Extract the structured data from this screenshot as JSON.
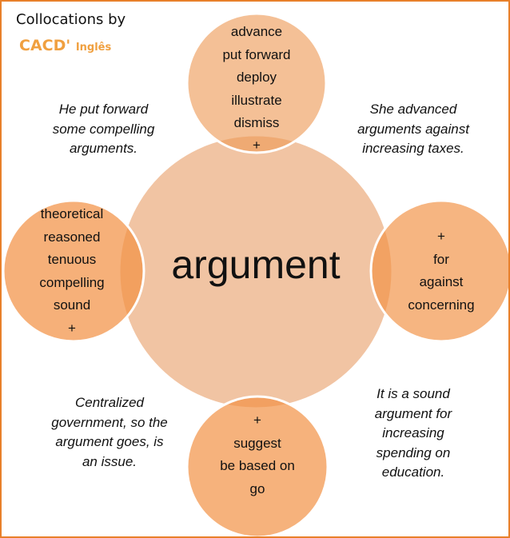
{
  "header": {
    "title": "Collocations by",
    "brand": "CACD'",
    "brand_suffix": "Inglês"
  },
  "center_word": "argument",
  "colors": {
    "frame": "#E8802A",
    "center": "#EEC39E",
    "satellite": "#F2A466"
  },
  "circles": {
    "top": [
      "advance",
      "put forward",
      "deploy",
      "illustrate",
      "dismiss",
      "+"
    ],
    "left": [
      "theoretical",
      "reasoned",
      "tenuous",
      "compelling",
      "sound",
      "+"
    ],
    "right": [
      "+",
      "for",
      "against",
      "concerning"
    ],
    "bottom": [
      "+",
      "suggest",
      "be based on",
      "go"
    ]
  },
  "examples": {
    "top_left": "He put forward some compelling arguments.",
    "top_right": "She advanced arguments against increasing taxes.",
    "bottom_left": "Centralized government, so the argument goes, is an issue.",
    "bottom_right": "It is a sound argument for increasing spending on education."
  }
}
